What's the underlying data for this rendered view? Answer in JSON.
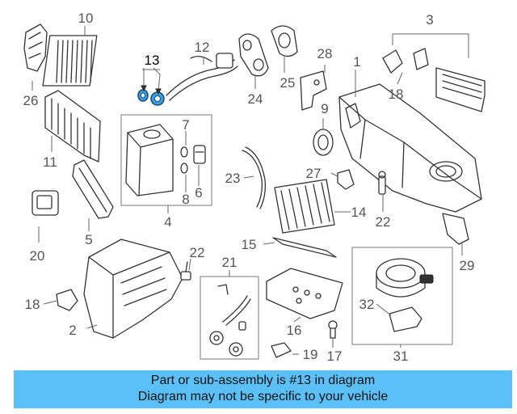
{
  "labels": [
    "1",
    "2",
    "3",
    "4",
    "5",
    "6",
    "7",
    "8",
    "9",
    "10",
    "11",
    "12",
    "13",
    "14",
    "15",
    "16",
    "17",
    "18",
    "18",
    "19",
    "20",
    "21",
    "22",
    "23",
    "24",
    "25",
    "26",
    "27",
    "28",
    "29",
    "30",
    "31",
    "32"
  ],
  "highlight_part": "13",
  "banner": {
    "line1": "Part or sub-assembly is #13 in diagram",
    "line2": "Diagram may not be specific to your vehicle"
  },
  "colors": {
    "banner": "#5bc0f8",
    "highlight": "#3aa0e6"
  }
}
